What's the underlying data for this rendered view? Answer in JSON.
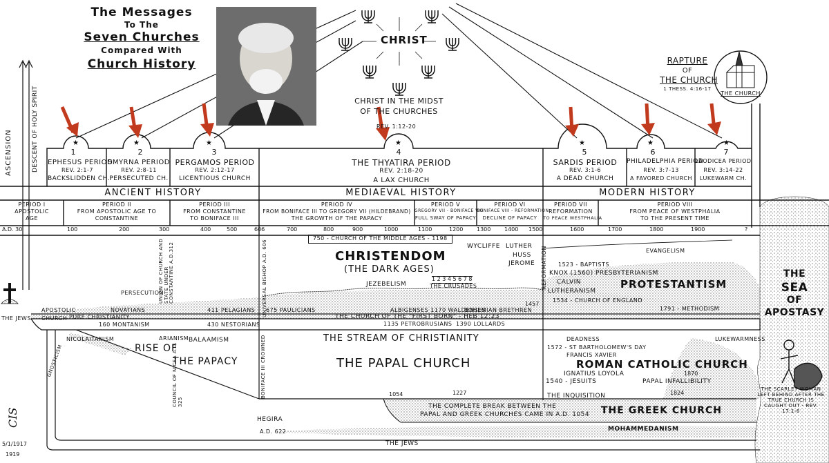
{
  "title": {
    "line1": "The Messages",
    "line2": "To The",
    "line3": "Seven Churches",
    "line4": "Compared With",
    "line5": "Church History"
  },
  "christ": {
    "label": "CHRIST",
    "caption": "Christ In The Midst Of The Churches",
    "caption_ref": "Rev. 1:12-20"
  },
  "rapture": {
    "line1": "Rapture",
    "line2": "Of",
    "line3": "The Church",
    "ref": "1 Thess. 4:16-17",
    "building_label": "The Church"
  },
  "left_labels": {
    "ascension": "Ascension",
    "descent": "Descent Of Holy Spirit",
    "the_jews": "The Jews",
    "church": "Church",
    "apostolic": "Apostolic"
  },
  "churches": [
    {
      "num": "1",
      "name": "Ephesus Period",
      "ref": "Rev. 2:1-7",
      "desc": "Backslidden Ch."
    },
    {
      "num": "2",
      "name": "Smyrna Period",
      "ref": "Rev. 2:8-11",
      "desc": "Persecuted Ch."
    },
    {
      "num": "3",
      "name": "Pergamos Period",
      "ref": "Rev. 2:12-17",
      "desc": "Licentious Church"
    },
    {
      "num": "4",
      "name": "The Thyatira Period",
      "ref": "Rev. 2:18-20",
      "desc": "A Lax Church"
    },
    {
      "num": "5",
      "name": "Sardis Period",
      "ref": "Rev. 3:1-6",
      "desc": "A Dead Church"
    },
    {
      "num": "6",
      "name": "Philadelphia Period",
      "ref": "Rev. 3:7-13",
      "desc": "A Favored Church"
    },
    {
      "num": "7",
      "name": "Laodicea Period",
      "ref": "Rev. 3:14-22",
      "desc": "Lukewarm Ch."
    }
  ],
  "eras": {
    "ancient": "Ancient History",
    "mediaeval": "Mediaeval History",
    "modern": "Modern History"
  },
  "periods": [
    {
      "name": "Period I",
      "desc1": "Apostolic",
      "desc2": "Age"
    },
    {
      "name": "Period II",
      "desc1": "From Apostolic Age To",
      "desc2": "Constantine"
    },
    {
      "name": "Period III",
      "desc1": "From Constantine",
      "desc2": "To Boniface III"
    },
    {
      "name": "Period IV",
      "desc1": "From Boniface III To Gregory VII (Hildebrand)",
      "desc2": "The Growth Of The Papacy"
    },
    {
      "name": "Period V",
      "desc1": "Gregory VII - Boniface VIII",
      "desc2": "Full Sway Of Papacy"
    },
    {
      "name": "Period VI",
      "desc1": "Boniface VIII - Reformation",
      "desc2": "Decline Of Papacy"
    },
    {
      "name": "Period VII",
      "desc1": "Reformation",
      "desc2": "To Peace Westphalia"
    },
    {
      "name": "Period VIII",
      "desc1": "From Peace Of Westphalia",
      "desc2": "To The Present Time"
    }
  ],
  "years": [
    "A.D. 30",
    "100",
    "200",
    "300",
    "400",
    "500",
    "606",
    "700",
    "800",
    "900",
    "1000",
    "1100",
    "1200",
    "1300",
    "1400",
    "1500",
    "1600",
    "1700",
    "1800",
    "1900",
    "?"
  ],
  "middle_ages": "750 - Church Of The Middle Ages - 1198",
  "christendom": {
    "title": "Christendom",
    "subtitle": "(The Dark Ages)",
    "jezebelism": "Jezebelism",
    "crusades": "The Crusades",
    "crusade_nums": "1 2 3 4 5 6 7 8"
  },
  "reformers": {
    "wycliffe": "Wycliffe",
    "luther": "Luther",
    "huss": "Huss",
    "jerome": "Jerome",
    "reformation": "Reformation"
  },
  "protestant": {
    "evangelism": "Evangelism",
    "baptists": "1523 - Baptists",
    "knox": "Knox (1560) Presbyterianism",
    "calvin": "Calvin",
    "lutheranism": "Lutheranism",
    "church_england": "1534 - Church Of England",
    "methodism": "1791 - Methodism",
    "label": "Protestantism"
  },
  "sea": {
    "line1": "The",
    "line2": "Sea",
    "line3": "Of",
    "line4": "Apostasy"
  },
  "stream_labels": {
    "persecution": "Persecution",
    "union": "Union Of Church And State Under Constantine A.D.312",
    "universal_bishop": "Universal Bishop A.D. 606",
    "novatians": "Novatians",
    "pelagians": "411 Pelagians",
    "paulicians": "675 Paulicians",
    "albigenses": "Albigenses 1170 Waldenses",
    "bohemian": "Bohemian Brethren",
    "year_1457": "1457",
    "pure_christianity": "Pure Christianity",
    "firstborn": "The Church Of The \"First Born\" - Heb 12:23",
    "montanism": "160 Montanism",
    "nestorians": "430 Nestorians",
    "petrobrusians": "1135 Petrobrusians",
    "lollards": "1390 Lollards"
  },
  "papal": {
    "stream": "The Stream Of Christianity",
    "papal_church": "The Papal Church",
    "rise1": "Rise Of",
    "rise2": "The Papacy",
    "nicolaitanism": "Nicolaitanism",
    "gnosticism": "Gnosticism",
    "arianism": "Arianism",
    "balaamism": "Balaamism",
    "council": "Council Of Nicea A.D. 325",
    "boniface_crowned": "Boniface III Crowned",
    "inquisition": "The Inquisition",
    "year_1227": "1227",
    "year_1824": "1824"
  },
  "roman": {
    "deadness": "Deadness",
    "bartholomew": "1572 - St Bartholomew's Day",
    "xavier": "Francis Xavier",
    "label": "Roman Catholic Church",
    "loyola": "Ignatius Loyola",
    "jesuits": "1540 - Jesuits",
    "infallibility": "Papal Infallibility",
    "year_1870": "1870",
    "lukewarmness": "Lukewarmness",
    "scarlet": "The Scarlet Woman Left Behind After The True Church Is Caught Out - Rev. 17:1-6"
  },
  "greek": {
    "year_1054": "1054",
    "break1": "The Complete Break Between The",
    "break2": "Papal And Greek Churches Came In A.D. 1054",
    "label": "The Greek Church"
  },
  "islam": {
    "hegira": "Hegira",
    "year": "A.D. 622",
    "label": "Mohammedanism"
  },
  "bottom": {
    "the_jews": "The Jews",
    "signature": "CIS",
    "date": "5/1/1917",
    "year": "1919"
  },
  "colors": {
    "arrow": "#c23a1e",
    "ink": "#111111",
    "stipple": "#cfcfcf"
  }
}
